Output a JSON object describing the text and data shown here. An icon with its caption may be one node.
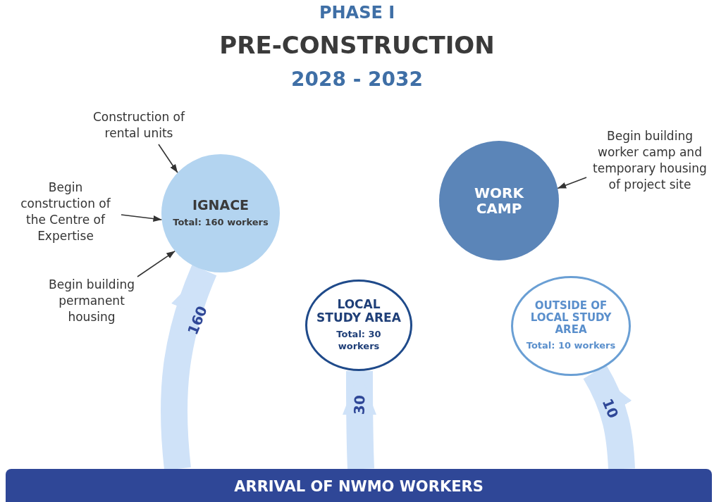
{
  "diagram": {
    "title": "PRE-CONSTRUCTION",
    "nodes": [
      {
        "text": [
          "Construction of rental units"
        ]
      },
      {
        "text": [
          "Begin construction of the Centre of Expertise"
        ]
      },
      {
        "text": [
          "Begin building permanent housing"
        ]
      },
      {
        "text": [
          "IGNACE",
          "Total: 160 workers"
        ]
      },
      {
        "text": [
          "Begin building worker camp and temporary housing of project site"
        ]
      },
      {
        "text": [
          "WORK CAMP"
        ]
      },
      {
        "text": [
          "LOCAL STUDY AREA",
          "Total: 30 workers"
        ]
      },
      {
        "text": [
          "OUTSIDE OF LOCAL STUDY AREA",
          "Total: 10 workers"
        ]
      },
      {
        "text": [
          "ARRIVAL OF NWMO WORKERS"
        ]
      }
    ],
    "edges": [
      {
        "from": 0,
        "to": 3,
        "arrow": "to"
      },
      {
        "from": 1,
        "to": 3,
        "arrow": "to"
      },
      {
        "from": 2,
        "to": 3,
        "arrow": "to"
      },
      {
        "from": 4,
        "to": 5,
        "arrow": "to"
      },
      {
        "from": 8,
        "to": 3,
        "arrow": "to",
        "label": "160",
        "style": "thick",
        "color": "#cfe2f8"
      },
      {
        "from": 8,
        "to": 6,
        "arrow": "to",
        "label": "30",
        "style": "thick",
        "color": "#cfe2f8"
      },
      {
        "from": 8,
        "to": 7,
        "arrow": "to",
        "label": "10",
        "style": "thick",
        "color": "#cfe2f8"
      }
    ],
    "labels": [
      "PHASE I",
      "2028 - 2032"
    ]
  }
}
